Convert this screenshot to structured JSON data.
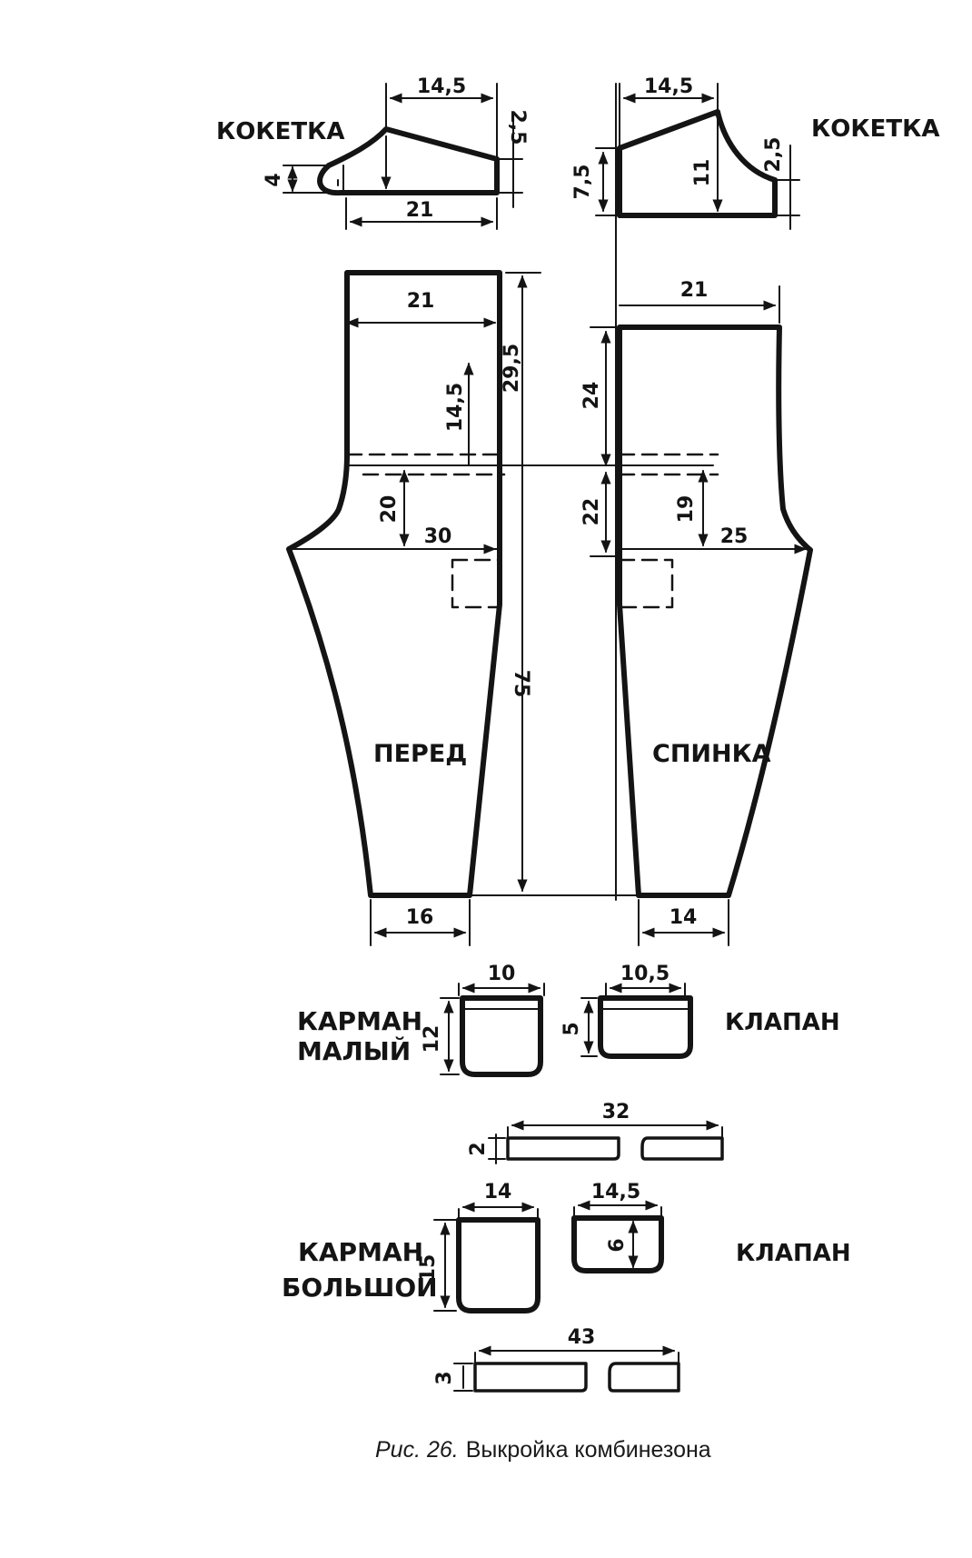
{
  "labels": {
    "yoke_left": "КОКЕТКА",
    "yoke_right": "КОКЕТКА",
    "front": "ПЕРЕД",
    "back": "СПИНКА",
    "small_pocket_line1": "КАРМАН",
    "small_pocket_line2": "МАЛЫЙ",
    "small_flap": "КЛАПАН",
    "big_pocket_line1": "КАРМАН",
    "big_pocket_line2": "БОЛЬШОЙ",
    "big_flap": "КЛАПАН"
  },
  "dims": {
    "ly_top": "14,5",
    "ly_right": "2,5",
    "ly_left": "4",
    "ly_bottom": "21",
    "ry_top": "14,5",
    "ry_left": "7,5",
    "ry_mid": "11",
    "ry_right": "2,5",
    "f_waist": "21",
    "f_height": "29,5",
    "f_rise": "14,5",
    "f_crotch_v": "20",
    "f_crotch_h": "30",
    "f_length": "75",
    "f_hem": "16",
    "b_waist": "21",
    "b_upper": "24",
    "b_lower": "22",
    "b_crotch_v": "19",
    "b_crotch_h": "25",
    "b_hem": "14",
    "sp_width": "10",
    "sp_height": "12",
    "sf_width": "10,5",
    "sf_height": "5",
    "strip1_len": "32",
    "strip1_h": "2",
    "bp_width": "14",
    "bp_height": "15",
    "bf_width": "14,5",
    "bf_height": "6",
    "strip2_len": "43",
    "strip2_h": "3"
  },
  "caption": {
    "fig": "Рис. 26.",
    "title": "Выкройка комбинезона"
  }
}
